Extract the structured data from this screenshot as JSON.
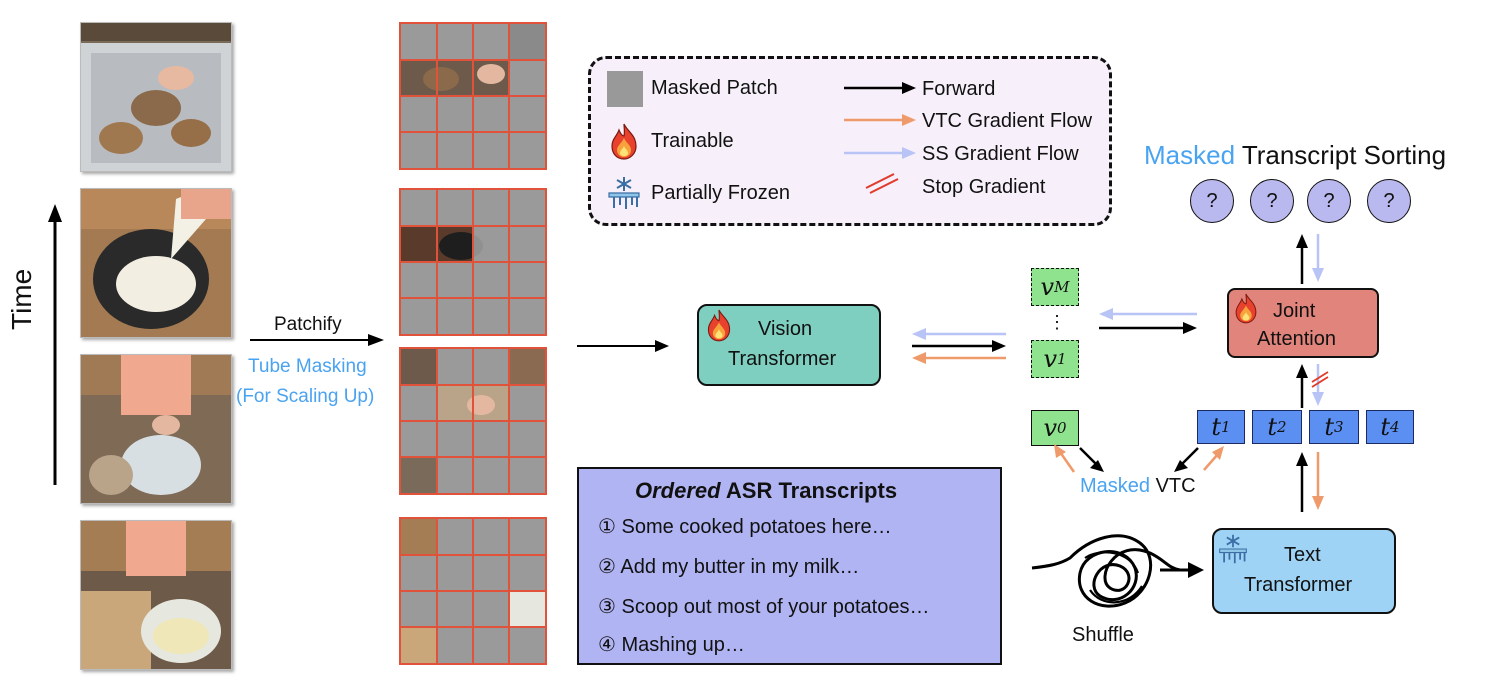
{
  "time_axis": {
    "label": "Time"
  },
  "patchify": {
    "label": "Patchify",
    "masking_label": "Tube Masking",
    "masking_note": "(For Scaling Up)"
  },
  "legend": {
    "masked_patch": "Masked Patch",
    "trainable": "Trainable",
    "partially_frozen": "Partially Frozen",
    "forward": "Forward",
    "vtc_gradient": "VTC Gradient Flow",
    "ss_gradient": "SS Gradient Flow",
    "stop_gradient": "Stop Gradient"
  },
  "vision_transformer": {
    "label_line1": "Vision",
    "label_line2": "Transformer"
  },
  "visual_tokens": {
    "top": "v",
    "top_sub": "M",
    "dots": "⋮",
    "bottom": "v",
    "bottom_sub": "1",
    "cls": "v",
    "cls_sub": "0"
  },
  "joint_attention": {
    "label_line1": "Joint",
    "label_line2": "Attention"
  },
  "sorting": {
    "masked_word": "Masked",
    "rest": "Transcript Sorting",
    "placeholders": [
      "?",
      "?",
      "?",
      "?"
    ]
  },
  "text_tokens": [
    {
      "t": "t",
      "sub": "1"
    },
    {
      "t": "t",
      "sub": "2"
    },
    {
      "t": "t",
      "sub": "3"
    },
    {
      "t": "t",
      "sub": "4"
    }
  ],
  "masked_vtc": {
    "masked_word": "Masked",
    "rest": "VTC"
  },
  "text_transformer": {
    "label_line1": "Text",
    "label_line2": "Transformer"
  },
  "shuffle": {
    "label": "Shuffle"
  },
  "transcripts": {
    "title_italic": "Ordered",
    "title_rest": "ASR Transcripts",
    "items": [
      {
        "num": "①",
        "text": "Some cooked potatoes here…"
      },
      {
        "num": "②",
        "text": "Add my butter in my milk…"
      },
      {
        "num": "③",
        "text": "Scoop out most of your potatoes…"
      },
      {
        "num": "④",
        "text": "Mashing up…"
      }
    ]
  },
  "colors": {
    "accent_blue": "#4aa3f0",
    "forward": "#000000",
    "vtc_gradient": "#ef9a6a",
    "ss_gradient": "#b8c4f5",
    "stop_gradient": "#e03a2a",
    "vision_box": "#7fcfc0",
    "joint_box": "#e0847c",
    "text_box": "#9fd3f5",
    "legend_bg": "#f7f0fa",
    "transcript_bg": "#b0b4f2",
    "token_green": "#8fe38f",
    "token_blue": "#5b8ff2",
    "masked_patch": "#999999"
  },
  "icons": [
    "flame-icon",
    "snowflake-icon"
  ]
}
